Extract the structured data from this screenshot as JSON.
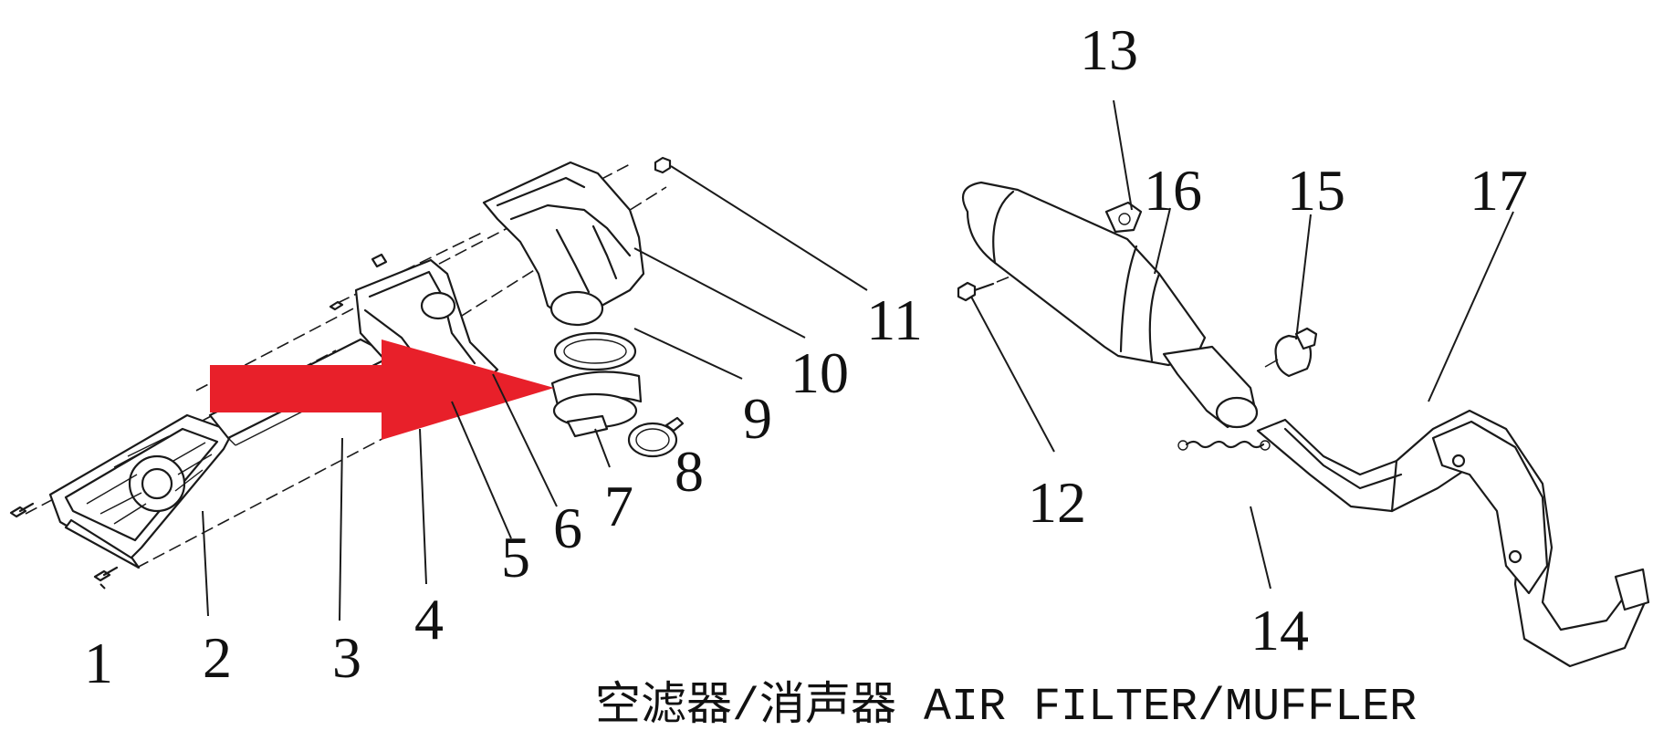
{
  "title": "空滤器/消声器 AIR FILTER/MUFFLER",
  "accent_color": "#e8202a",
  "callouts": [
    {
      "id": "1",
      "label": "1"
    },
    {
      "id": "2",
      "label": "2"
    },
    {
      "id": "3",
      "label": "3"
    },
    {
      "id": "4",
      "label": "4"
    },
    {
      "id": "5",
      "label": "5"
    },
    {
      "id": "6",
      "label": "6"
    },
    {
      "id": "7",
      "label": "7"
    },
    {
      "id": "8",
      "label": "8"
    },
    {
      "id": "9",
      "label": "9"
    },
    {
      "id": "10",
      "label": "10"
    },
    {
      "id": "11",
      "label": "11"
    },
    {
      "id": "12",
      "label": "12"
    },
    {
      "id": "13",
      "label": "13"
    },
    {
      "id": "14",
      "label": "14"
    },
    {
      "id": "15",
      "label": "15"
    },
    {
      "id": "16",
      "label": "16"
    },
    {
      "id": "17",
      "label": "17"
    }
  ]
}
